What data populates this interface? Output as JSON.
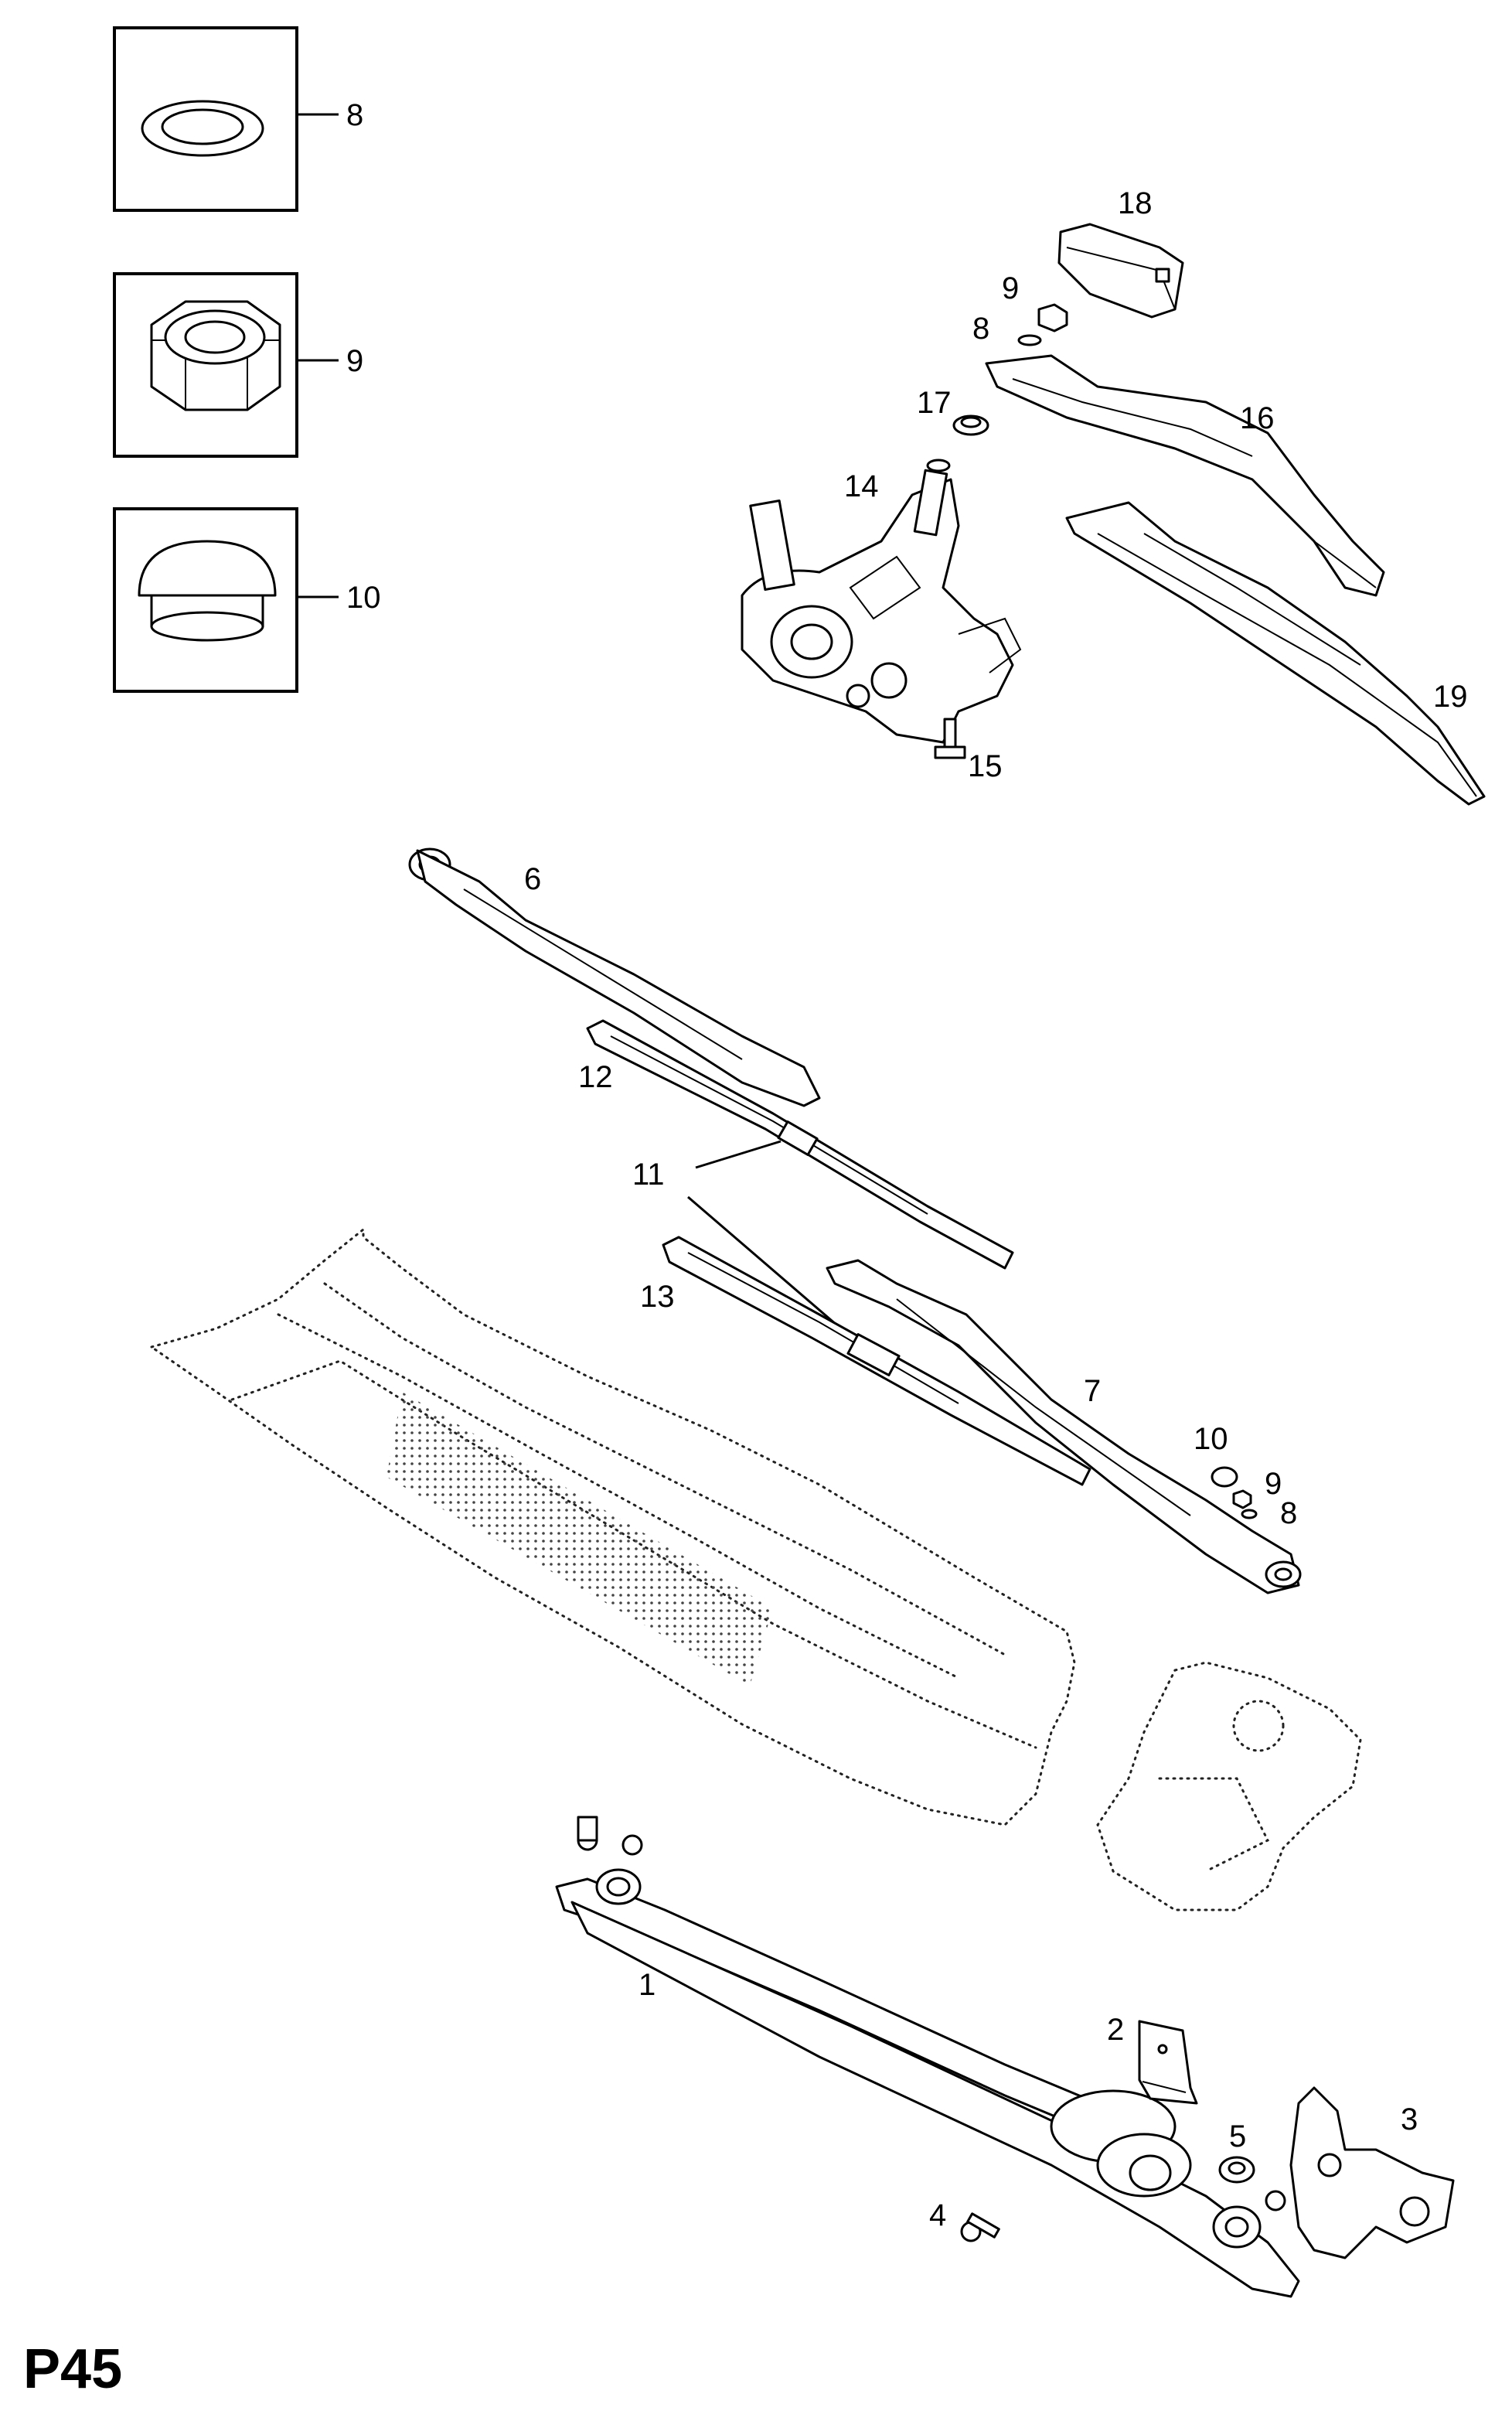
{
  "page_code": "P45",
  "callouts": {
    "c1": "1",
    "c2": "2",
    "c3": "3",
    "c4": "4",
    "c5": "5",
    "c6": "6",
    "c7": "7",
    "c8_box": "8",
    "c9_box": "9",
    "c10_box": "10",
    "c8_rear": "8",
    "c9_rear": "9",
    "c8_front": "8",
    "c9_front": "9",
    "c10_front": "10",
    "c11": "11",
    "c12": "12",
    "c13": "13",
    "c14": "14",
    "c15": "15",
    "c16": "16",
    "c17": "17",
    "c18": "18",
    "c19": "19"
  }
}
